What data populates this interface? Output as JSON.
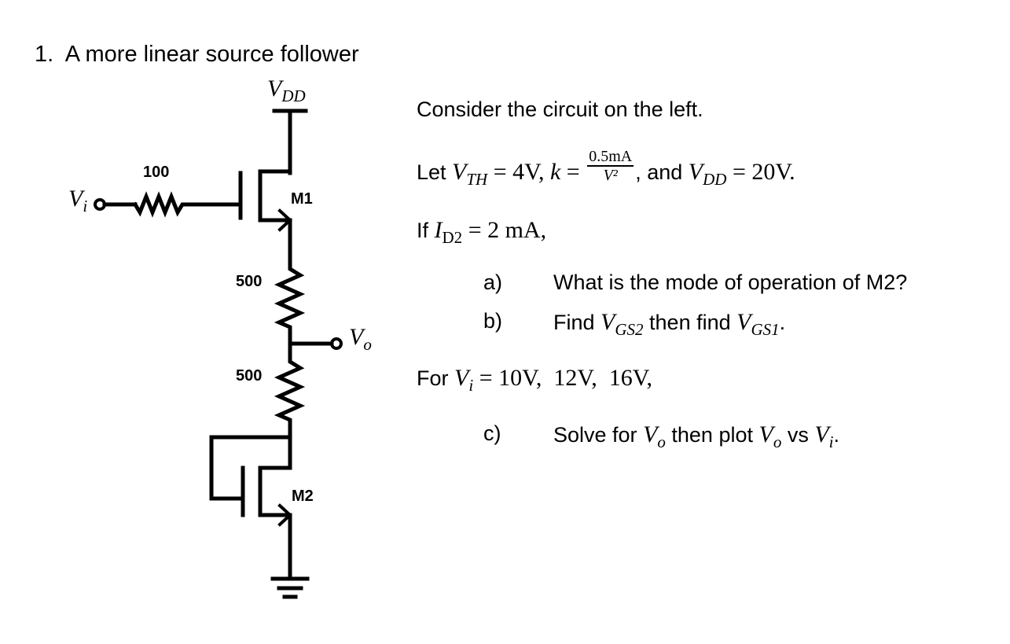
{
  "problem": {
    "number": "1.",
    "title": "A more linear source follower"
  },
  "circuit": {
    "supply_label_main": "V",
    "supply_label_sub": "DD",
    "input_label_main": "V",
    "input_label_sub": "i",
    "output_label_main": "V",
    "output_label_sub": "o",
    "gate_resistor": "100",
    "upper_resistor": "500",
    "lower_resistor": "500",
    "transistor_top": "M1",
    "transistor_bottom": "M2",
    "icons": [
      "vdd-rail-icon",
      "input-terminal-icon",
      "resistor-icon",
      "nmos-transistor-icon",
      "output-terminal-icon",
      "ground-icon"
    ]
  },
  "text": {
    "intro": "Consider the circuit on the left.",
    "given": {
      "let": "Let ",
      "vth_main": "V",
      "vth_sub": "TH",
      "vth_eq": " = 4V, ",
      "k": "k",
      "k_eq": " = ",
      "k_num": "0.5mA",
      "k_den": "V²",
      "and": ", and ",
      "vdd_main": "V",
      "vdd_sub": "DD",
      "vdd_eq": " = 20V."
    },
    "condition": {
      "if": "If ",
      "id_main": "I",
      "id_sub": "D2",
      "id_eq": " = 2 mA,"
    },
    "questions_ab": [
      {
        "label": "a)",
        "text": "What is the mode of operation of M2?"
      },
      {
        "label": "b)",
        "pre": "Find ",
        "v1_main": "V",
        "v1_sub": "GS2",
        "mid": " then find ",
        "v2_main": "V",
        "v2_sub": "GS1",
        "end": "."
      }
    ],
    "sweep": {
      "for": "For ",
      "vi_main": "V",
      "vi_sub": "i",
      "values": " = 10V,  12V,  16V,"
    },
    "question_c": {
      "label": "c)",
      "pre": "Solve for ",
      "vo1_main": "V",
      "vo1_sub": "o",
      "mid": " then plot ",
      "vo2_main": "V",
      "vo2_sub": "o",
      "vs": " vs ",
      "vi_main": "V",
      "vi_sub": "i",
      "end": "."
    }
  }
}
